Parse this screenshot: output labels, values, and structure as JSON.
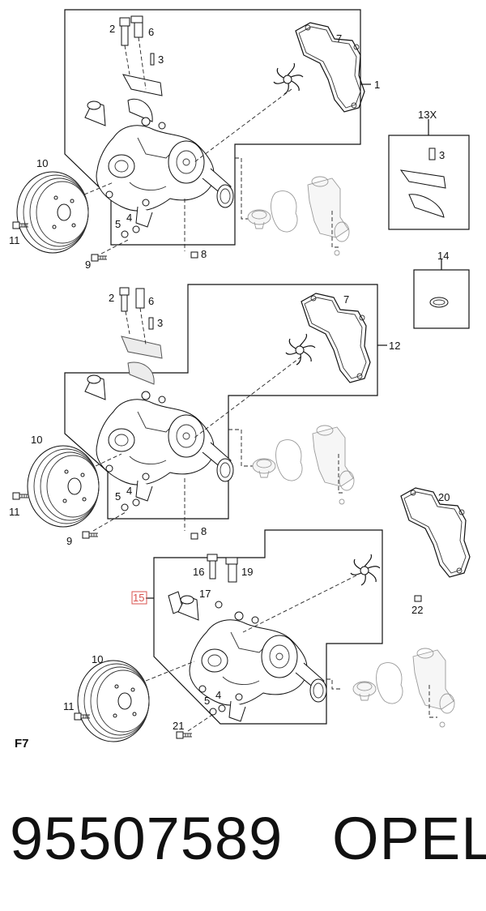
{
  "figure_label": "F7",
  "part_number": "95507589",
  "brand": "OPEL",
  "callouts": {
    "a": [
      "2",
      "6",
      "3",
      "7",
      "1",
      "10",
      "5",
      "4",
      "11",
      "9",
      "8"
    ],
    "kit13": [
      "13X",
      "3"
    ],
    "kit14": [
      "14"
    ],
    "b": [
      "2",
      "6",
      "3",
      "7",
      "12",
      "10",
      "5",
      "4",
      "11",
      "9",
      "8"
    ],
    "c": [
      "20",
      "22",
      "16",
      "19",
      "17",
      "15",
      "10",
      "5",
      "4",
      "11",
      "21"
    ]
  },
  "highlight_color": "#d9534f"
}
